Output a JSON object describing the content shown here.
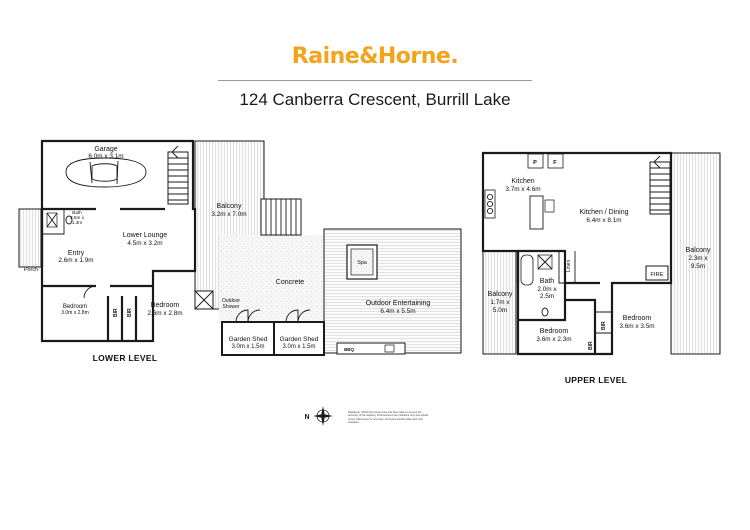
{
  "header": {
    "brand_left": "Raine",
    "brand_amp": "&",
    "brand_right": "Horne",
    "brand_dot": ".",
    "address": "124 Canberra Crescent, Burrill Lake",
    "brand_color": "#f4a31a"
  },
  "lower_level": {
    "title": "LOWER LEVEL",
    "rooms": {
      "garage": {
        "name": "Garage",
        "dim": "6.0m x 3.1m"
      },
      "bath": {
        "name": "Bath",
        "dim1": "2.5m x",
        "dim2": "1.3m"
      },
      "lounge": {
        "name": "Lower Lounge",
        "dim": "4.5m x 3.2m"
      },
      "entry": {
        "name": "Entry",
        "dim": "2.6m x 1.9m"
      },
      "porch": {
        "name": "Porch"
      },
      "bedroom1": {
        "name": "Bedroom",
        "dim": "3.0m x 2.8m"
      },
      "bir1": {
        "name": "BIR"
      },
      "bir2": {
        "name": "BIR"
      },
      "bedroom2": {
        "name": "Bedroom",
        "dim": "2.6m x 2.8m"
      },
      "balcony": {
        "name": "Balcony",
        "dim": "3.2m x 7.0m"
      },
      "outdoor_shower": {
        "name1": "Outdoor",
        "name2": "Shower"
      },
      "concrete": {
        "name": "Concrete"
      },
      "spa": {
        "name": "Spa"
      },
      "outdoor_entertaining": {
        "name": "Outdoor Entertaining",
        "dim": "6.4m x 5.5m"
      },
      "shed1": {
        "name": "Garden Shed",
        "dim": "3.0m x 1.5m"
      },
      "shed2": {
        "name": "Garden Shed",
        "dim": "3.0m x 1.5m"
      },
      "bbq": {
        "name": "BBQ"
      }
    }
  },
  "upper_level": {
    "title": "UPPER LEVEL",
    "rooms": {
      "pantry": {
        "name": "P"
      },
      "fridge": {
        "name": "F"
      },
      "kitchen": {
        "name": "Kitchen",
        "dim": "3.7m x 4.6m"
      },
      "kitchen_dining": {
        "name": "Kitchen / Dining",
        "dim": "6.4m x 8.1m"
      },
      "balcony_right": {
        "name": "Balcony",
        "dim1": "2.3m x",
        "dim2": "9.5m"
      },
      "fire": {
        "name": "FIRE"
      },
      "linen": {
        "name": "Linen"
      },
      "bath": {
        "name": "Bath",
        "dim1": "2.0m x",
        "dim2": "2.5m"
      },
      "balcony_left": {
        "name": "Balcony",
        "dim1": "1.7m x",
        "dim2": "5.0m"
      },
      "bedroom1": {
        "name": "Bedroom",
        "dim": "3.6m x 2.3m"
      },
      "bir1": {
        "name": "BIR"
      },
      "bir2": {
        "name": "BIR"
      },
      "bedroom2": {
        "name": "Bedroom",
        "dim": "3.6m x 3.5m"
      }
    }
  },
  "compass": {
    "north_label": "N"
  },
  "disclaimer": "Disclaimer: Whilst the utmost care has been taken to ensure the accuracy of the drawing, all dimensions are indicative only and should not be relied upon for accuracy. All buyers should make their own enquiries."
}
